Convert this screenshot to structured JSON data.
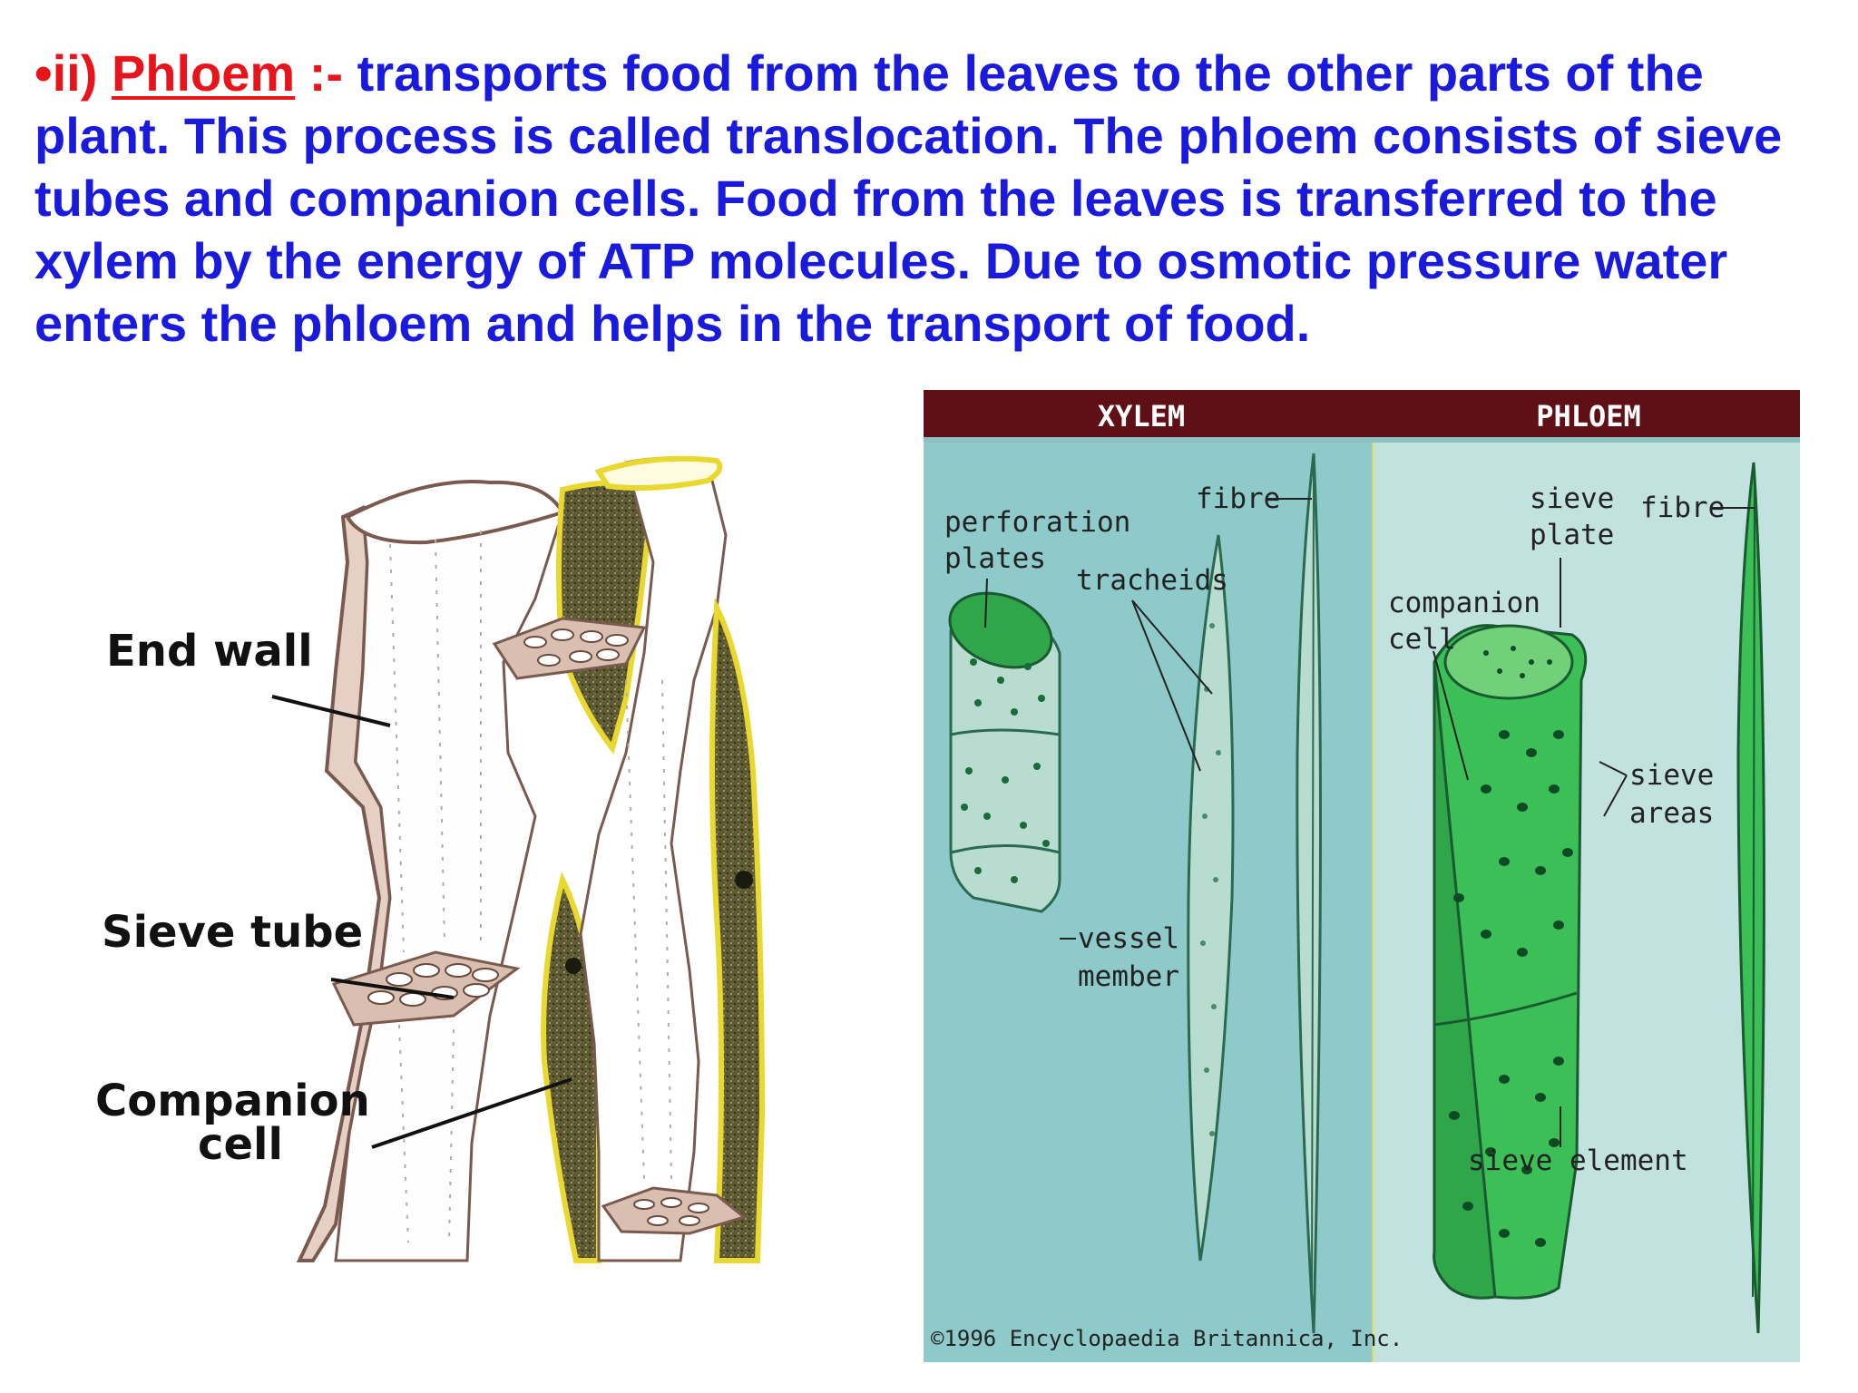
{
  "paragraph": {
    "bullet": "•",
    "number": "ii)",
    "term": "Phloem",
    "separator": ":-",
    "body": "transports food from the leaves to the other parts of the plant. This process is called translocation. The phloem consists of sieve tubes and companion cells. Food from the leaves is transferred to the xylem by the energy of ATP molecules. Due to osmotic pressure water enters the phloem and helps in the transport of food."
  },
  "left_figure": {
    "labels": {
      "end_wall": "End wall",
      "sieve_tube": "Sieve tube",
      "companion_line1": "Companion",
      "companion_line2": "cell"
    }
  },
  "right_figure": {
    "headers": {
      "xylem": "XYLEM",
      "phloem": "PHLOEM"
    },
    "xylem_labels": {
      "perforation_line1": "perforation",
      "perforation_line2": "plates",
      "fibre": "fibre",
      "tracheids": "tracheids",
      "vessel_line1": "vessel",
      "vessel_line2": "member"
    },
    "phloem_labels": {
      "sieve_plate_line1": "sieve",
      "sieve_plate_line2": "plate",
      "fibre": "fibre",
      "companion_line1": "companion",
      "companion_line2": "cell",
      "sieve_areas_line1": "sieve",
      "sieve_areas_line2": "areas",
      "sieve_element": "sieve element"
    },
    "copyright": "©1996 Encyclopaedia Britannica, Inc."
  },
  "colors": {
    "text_blue": "#1a1adc",
    "accent_red": "#e8141c",
    "header_bar": "#5e1016",
    "xylem_bg": "#8ecaca",
    "phloem_bg": "#c2e2e0",
    "cell_green": "#2fa64a",
    "companion_olive": "#5a5a36"
  }
}
